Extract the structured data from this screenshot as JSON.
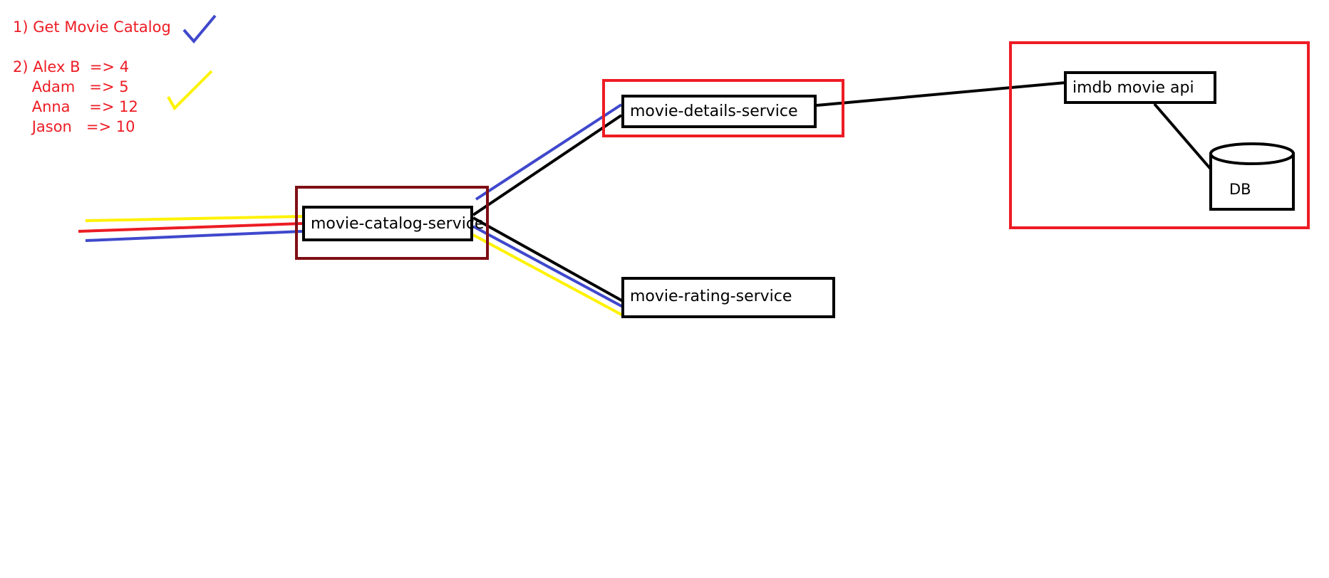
{
  "notes": {
    "step1": "1) Get Movie Catalog",
    "step2_line1": "2) Alex B  => 4",
    "step2_line2": "    Adam   => 5",
    "step2_line3": "    Anna    => 12",
    "step2_line4": "    Jason   => 10"
  },
  "nodes": {
    "catalog": "movie-catalog-service",
    "details": "movie-details-service",
    "rating": "movie-rating-service",
    "imdb": "imdb movie api",
    "db": "DB"
  },
  "colors": {
    "red": "#ed1c24",
    "dark_red": "#7f0e15",
    "blue": "#3f48cc",
    "yellow": "#fff200",
    "black": "#000000"
  }
}
